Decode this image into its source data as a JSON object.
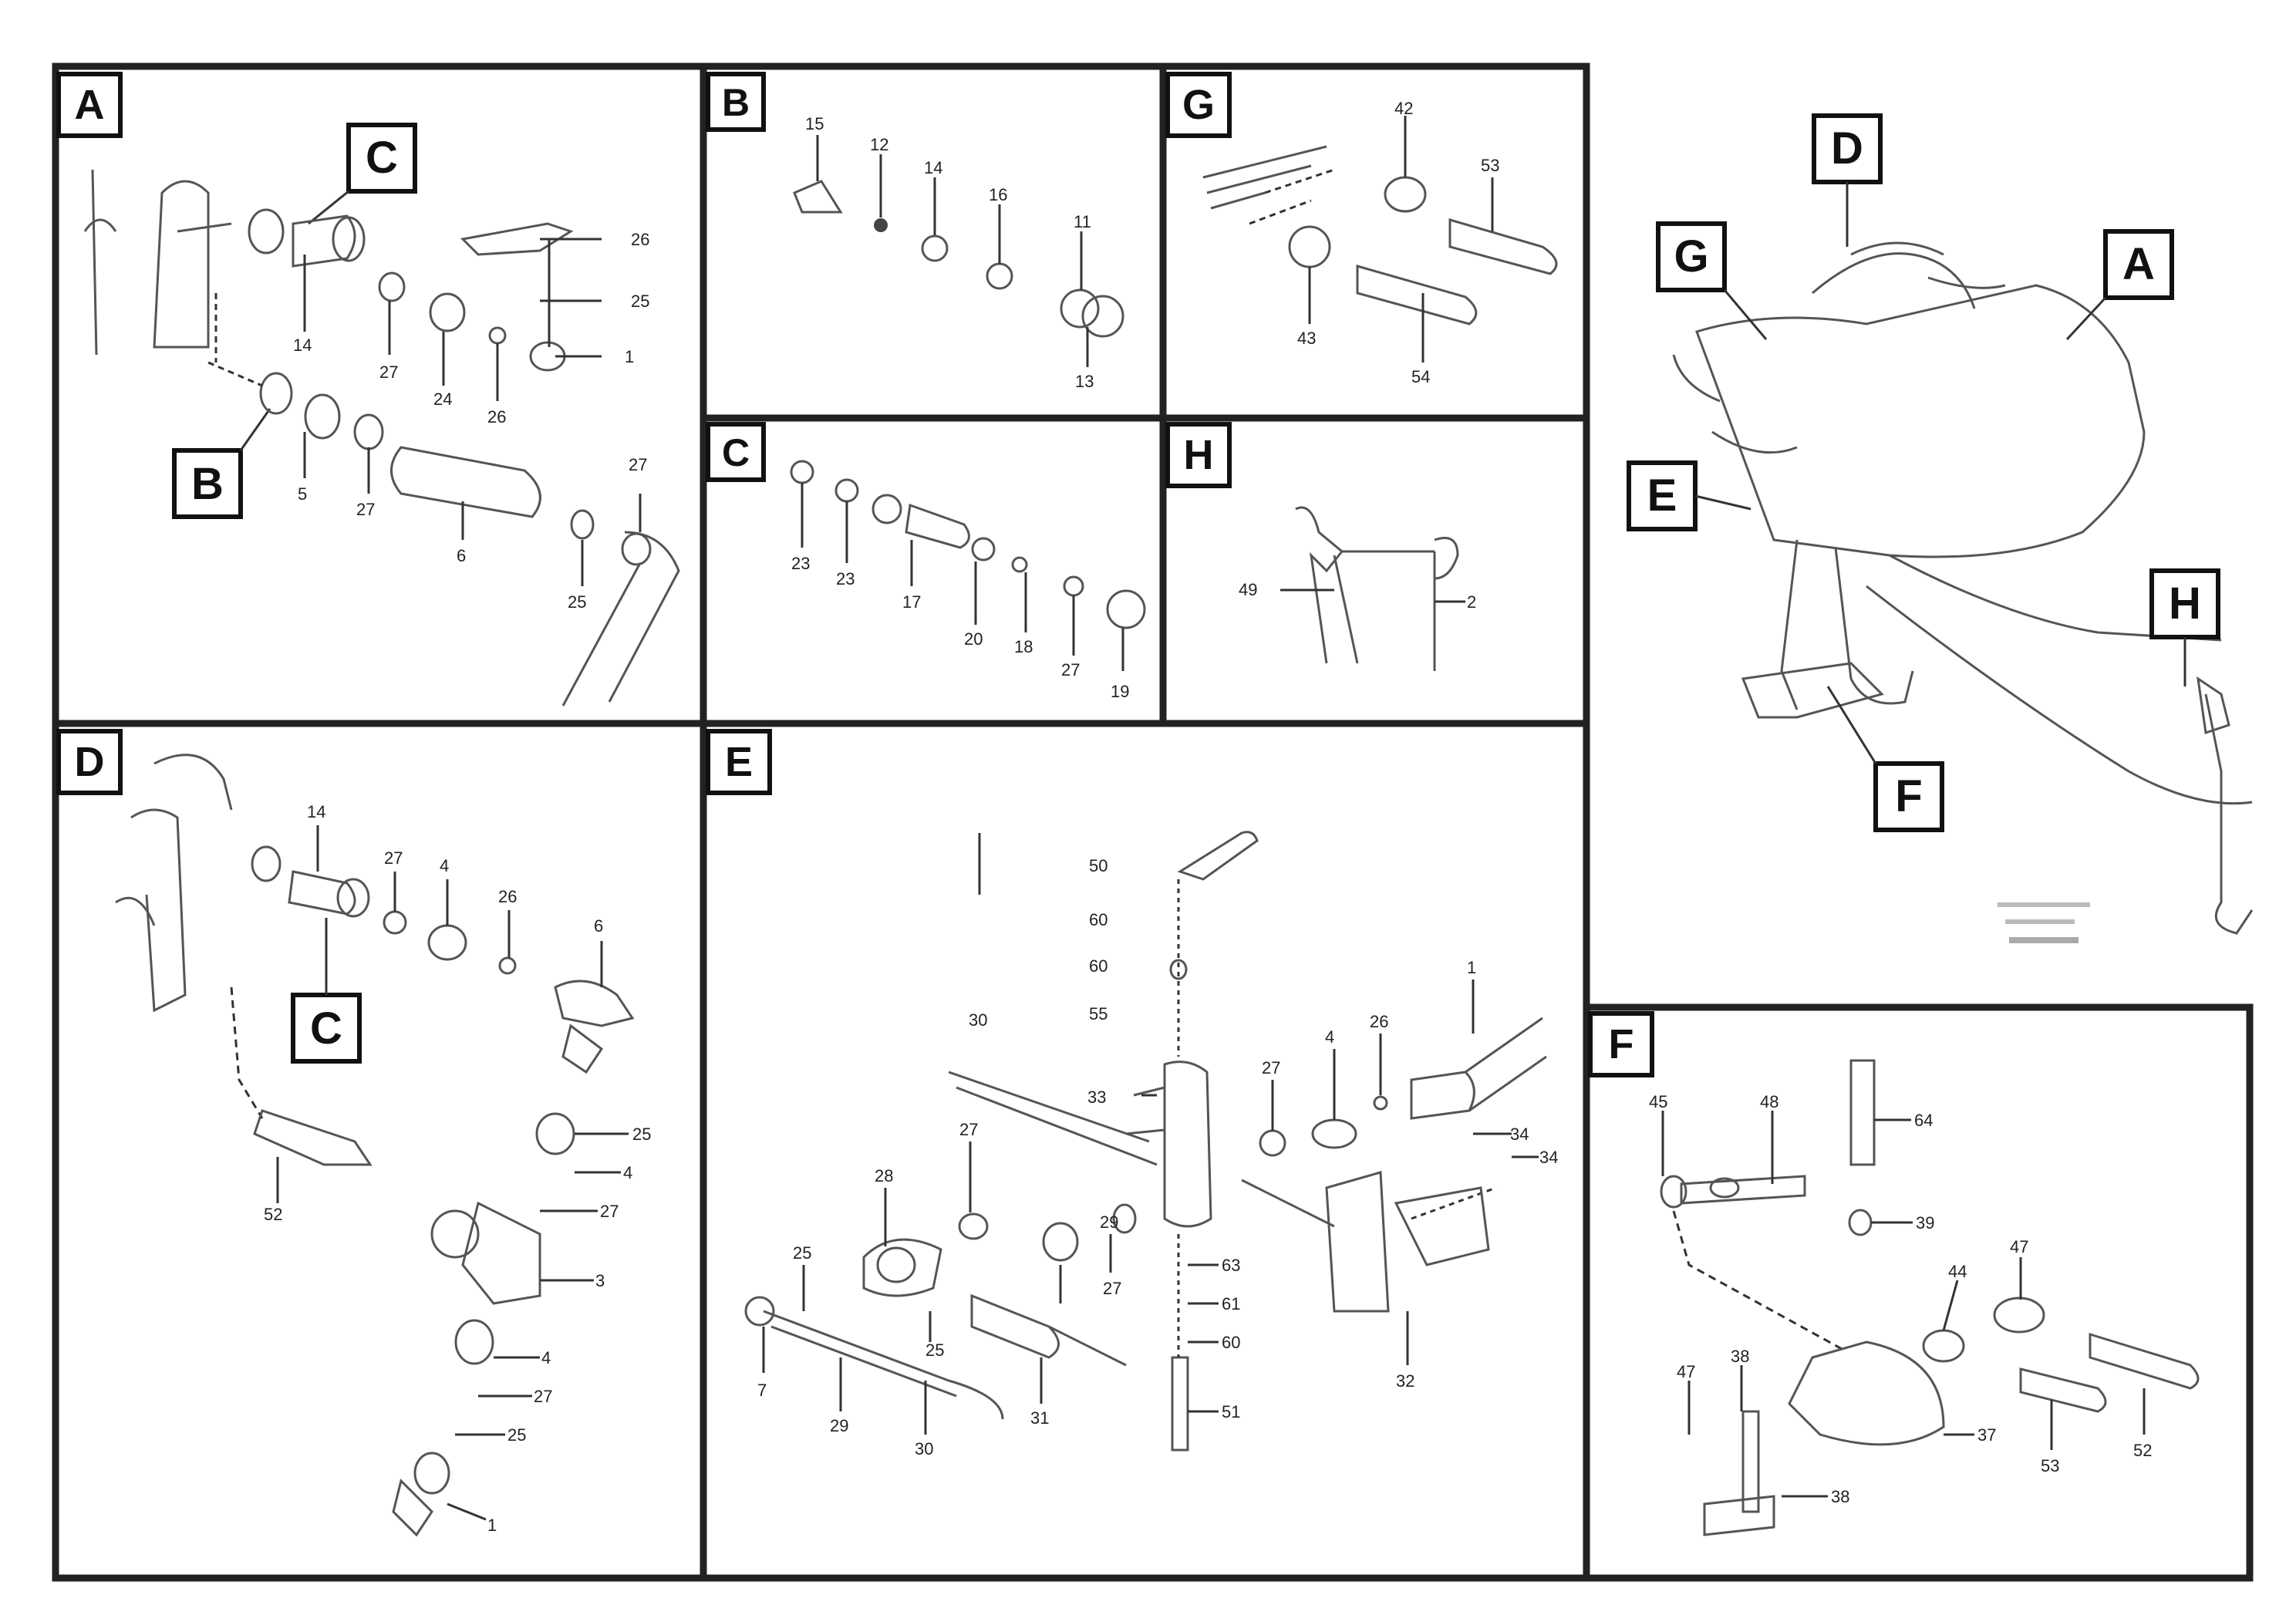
{
  "panels": {
    "A": {
      "label": "A",
      "callouts": {
        "C": "C",
        "B": "B"
      },
      "parts": {
        "p1": "26",
        "p2": "25",
        "p3": "1",
        "p4": "14",
        "p5": "27",
        "p6": "24",
        "p7": "26",
        "p8": "5",
        "p9": "27",
        "p10": "6",
        "p11": "27",
        "p12": "25"
      }
    },
    "B": {
      "label": "B",
      "parts": {
        "p1": "15",
        "p2": "12",
        "p3": "14",
        "p4": "16",
        "p5": "11",
        "p6": "13"
      }
    },
    "G": {
      "label": "G",
      "parts": {
        "p1": "42",
        "p2": "53",
        "p3": "43",
        "p4": "54"
      }
    },
    "C": {
      "label": "C",
      "parts": {
        "p1": "23",
        "p2": "23",
        "p3": "17",
        "p4": "20",
        "p5": "18",
        "p6": "27",
        "p7": "19"
      }
    },
    "H": {
      "label": "H",
      "parts": {
        "p1": "49",
        "p2": "2"
      }
    },
    "D": {
      "label": "D",
      "callouts": {
        "C": "C"
      },
      "parts": {
        "p1": "14",
        "p2": "27",
        "p3": "4",
        "p4": "26",
        "p5": "6",
        "p6": "25",
        "p7": "4",
        "p8": "27",
        "p9": "3",
        "p10": "4",
        "p11": "27",
        "p12": "25",
        "p13": "1",
        "p14": "52"
      }
    },
    "E": {
      "label": "E",
      "parts": {
        "p1": "50",
        "p2": "60",
        "p3": "60",
        "p4": "55",
        "p5": "30",
        "p6": "33",
        "p7": "27",
        "p8": "4",
        "p9": "26",
        "p10": "1",
        "p11": "34",
        "p12": "34",
        "p13": "28",
        "p14": "27",
        "p15": "25",
        "p16": "29",
        "p17": "27",
        "p18": "63",
        "p19": "61",
        "p20": "60",
        "p21": "51",
        "p22": "32",
        "p23": "7",
        "p24": "29",
        "p25": "25",
        "p26": "31",
        "p27": "30"
      }
    },
    "F": {
      "label": "F",
      "parts": {
        "p1": "45",
        "p2": "48",
        "p3": "64",
        "p4": "39",
        "p5": "44",
        "p6": "47",
        "p7": "47",
        "p8": "38",
        "p9": "37",
        "p10": "53",
        "p11": "52",
        "p12": "38"
      }
    },
    "overview": {
      "callouts": {
        "D": "D",
        "G": "G",
        "A": "A",
        "E": "E",
        "H": "H",
        "F": "F"
      },
      "caption_lines": [
        "",
        "",
        ""
      ]
    }
  }
}
